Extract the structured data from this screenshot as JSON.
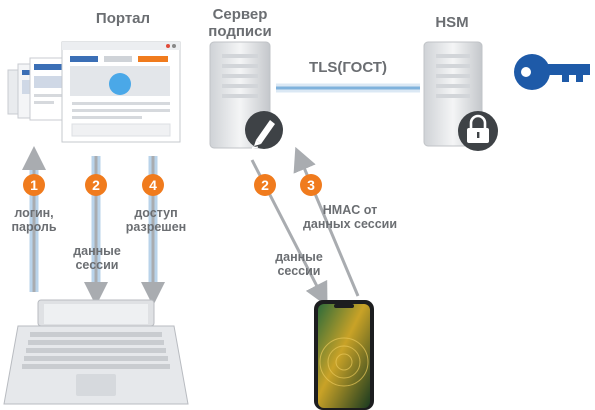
{
  "nodes": {
    "portal": "Портал",
    "server_line1": "Сервер",
    "server_line2": "подписи",
    "hsm": "HSM"
  },
  "links": {
    "tls": "TLS(ГОСТ)"
  },
  "steps": [
    {
      "num": "1",
      "label_line1": "логин,",
      "label_line2": "пароль"
    },
    {
      "num": "2",
      "label_line1": "",
      "label_line2": "данные",
      "label_line3": "сессии"
    },
    {
      "num": "4",
      "label_line1": "доступ",
      "label_line2": "разрешен"
    },
    {
      "num": "2",
      "label_line1": "данные",
      "label_line2": "сессии"
    },
    {
      "num": "3",
      "label_line1": "HMAC от",
      "label_line2": "данных сессии"
    }
  ],
  "colors": {
    "step_badge": "#f07b1d",
    "arrow": "#a9acb0",
    "arrow_glow": "#b9d3ea",
    "tls_line": "#7fb2dc",
    "key": "#1e5aa8",
    "text": "#6b6e72"
  },
  "icons": [
    "browser-windows-icon",
    "portal-window-icon",
    "server-icon",
    "pen-signature-icon",
    "hsm-server-icon",
    "lock-icon",
    "key-icon",
    "laptop-icon",
    "smartphone-icon"
  ]
}
